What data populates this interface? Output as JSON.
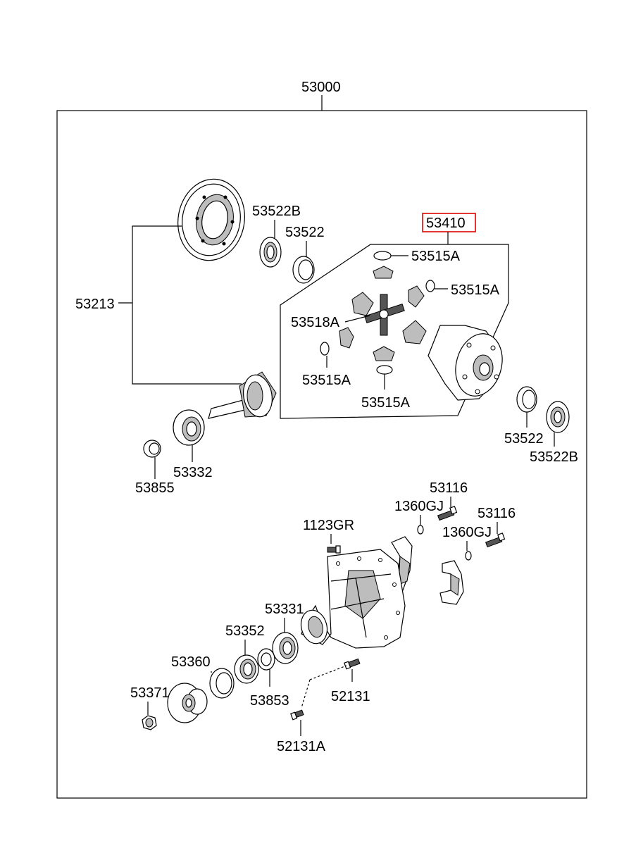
{
  "assembly": {
    "number": "53000"
  },
  "highlight": {
    "number": "53410",
    "color": "#e0201b"
  },
  "labels": {
    "ring_pinion_set": "53213",
    "ring_gear_bearing_top": "53522B",
    "ring_gear_seal_top": "53522",
    "washer_top": "53515A",
    "washer_right": "53515A",
    "spider_shaft": "53518A",
    "washer_left": "53515A",
    "washer_bottom": "53515A",
    "pinion_bearing": "53332",
    "pinion_spacer": "53855",
    "case_seal_right": "53522",
    "case_bearing_right": "53522B",
    "bolt_cap_1": "53116",
    "washer_cap_1": "1360GJ",
    "bolt_cap_2": "53116",
    "washer_cap_2": "1360GJ",
    "breather": "1123GR",
    "carrier_bearing": "53331",
    "carrier_bearing_outer": "53352",
    "flange_seal": "53360",
    "shim": "53853",
    "companion_nut": "53371",
    "stud": "52131",
    "stud_nut": "52131A"
  }
}
